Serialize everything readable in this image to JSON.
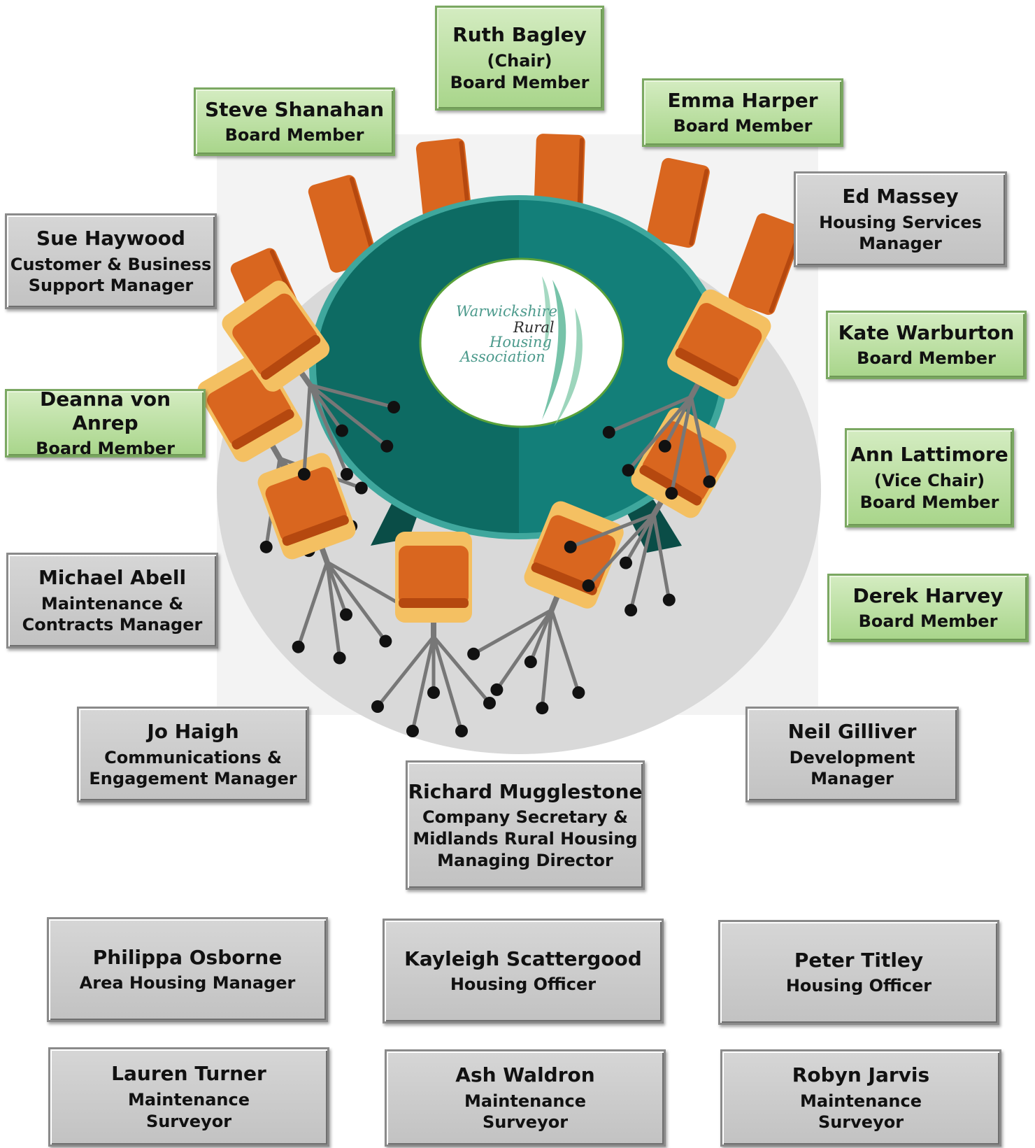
{
  "logo": {
    "lines": [
      "Warwickshire",
      "Rural",
      "Housing",
      "Association"
    ]
  },
  "colors": {
    "board_card": "#b6de9b",
    "staff_card": "#cbcbcb",
    "table_dark": "#0d6b63",
    "table_light": "#137f79",
    "chair_orange": "#d9661f",
    "chair_yellow": "#f4c062",
    "floor": "#d9d9d9"
  },
  "people": [
    {
      "name": "Ruth Bagley",
      "roles": [
        "(Chair)",
        "Board Member"
      ],
      "type": "board"
    },
    {
      "name": "Steve Shanahan",
      "roles": [
        "Board Member"
      ],
      "type": "board"
    },
    {
      "name": "Emma Harper",
      "roles": [
        "Board Member"
      ],
      "type": "board"
    },
    {
      "name": "Ed Massey",
      "roles": [
        "Housing Services",
        "Manager"
      ],
      "type": "staff"
    },
    {
      "name": "Sue Haywood",
      "roles": [
        "Customer & Business",
        "Support Manager"
      ],
      "type": "staff"
    },
    {
      "name": "Kate Warburton",
      "roles": [
        "Board Member"
      ],
      "type": "board"
    },
    {
      "name": "Deanna von Anrep",
      "roles": [
        "Board Member"
      ],
      "type": "board"
    },
    {
      "name": "Ann Lattimore",
      "roles": [
        "(Vice Chair)",
        "Board Member"
      ],
      "type": "board"
    },
    {
      "name": "Michael Abell",
      "roles": [
        "Maintenance &",
        "Contracts Manager"
      ],
      "type": "staff"
    },
    {
      "name": "Derek Harvey",
      "roles": [
        "Board Member"
      ],
      "type": "board"
    },
    {
      "name": "Jo Haigh",
      "roles": [
        "Communications &",
        "Engagement Manager"
      ],
      "type": "staff"
    },
    {
      "name": "Neil Gilliver",
      "roles": [
        "Development",
        "Manager"
      ],
      "type": "staff"
    },
    {
      "name": "Richard Mugglestone",
      "roles": [
        "Company Secretary &",
        "Midlands Rural Housing",
        "Managing Director"
      ],
      "type": "staff"
    },
    {
      "name": "Philippa Osborne",
      "roles": [
        "Area Housing Manager"
      ],
      "type": "staff"
    },
    {
      "name": "Kayleigh Scattergood",
      "roles": [
        "Housing Officer"
      ],
      "type": "staff"
    },
    {
      "name": "Peter Titley",
      "roles": [
        "Housing Officer"
      ],
      "type": "staff"
    },
    {
      "name": "Lauren Turner",
      "roles": [
        "Maintenance",
        "Surveyor"
      ],
      "type": "staff"
    },
    {
      "name": "Ash Waldron",
      "roles": [
        "Maintenance",
        "Surveyor"
      ],
      "type": "staff"
    },
    {
      "name": "Robyn Jarvis",
      "roles": [
        "Maintenance",
        "Surveyor"
      ],
      "type": "staff"
    }
  ]
}
